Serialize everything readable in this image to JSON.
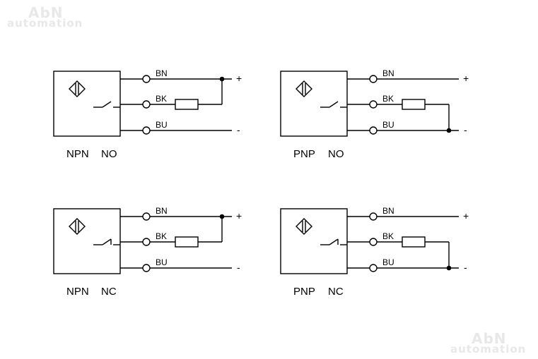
{
  "watermark": {
    "line1": "AbN",
    "line2": "automation"
  },
  "diagrams": [
    {
      "type": "NPN",
      "mode": "NO",
      "wires": [
        "BN",
        "BK",
        "BU"
      ],
      "polarity": [
        "+",
        "-"
      ]
    },
    {
      "type": "PNP",
      "mode": "NO",
      "wires": [
        "BN",
        "BK",
        "BU"
      ],
      "polarity": [
        "+",
        "-"
      ]
    },
    {
      "type": "NPN",
      "mode": "NC",
      "wires": [
        "BN",
        "BK",
        "BU"
      ],
      "polarity": [
        "+",
        "-"
      ]
    },
    {
      "type": "PNP",
      "mode": "NC",
      "wires": [
        "BN",
        "BK",
        "BU"
      ],
      "polarity": [
        "+",
        "-"
      ]
    }
  ]
}
